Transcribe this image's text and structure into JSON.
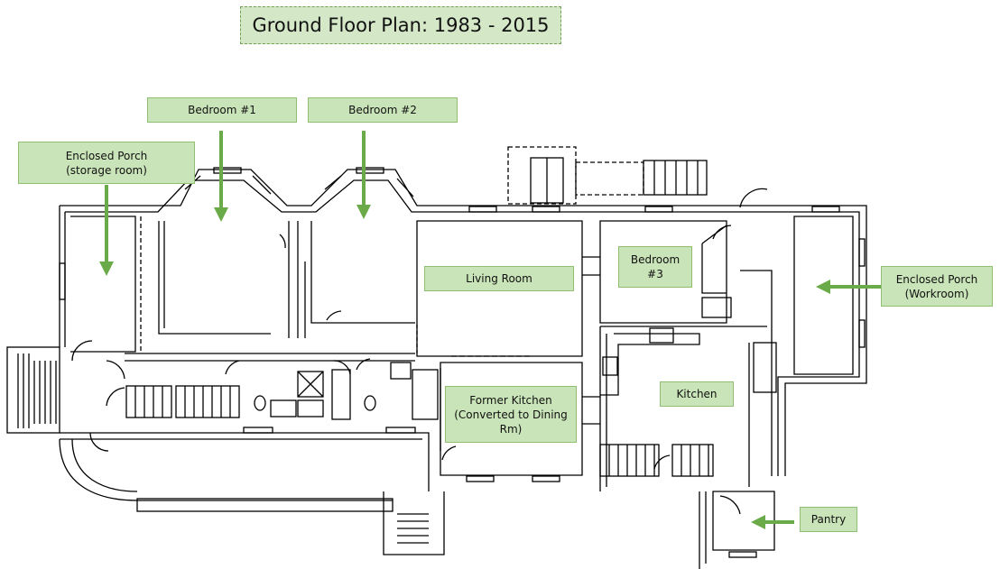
{
  "title": "Ground Floor Plan: 1983 - 2015",
  "labels": {
    "bedroom1": "Bedroom #1",
    "bedroom2": "Bedroom #2",
    "porch_storage": "Enclosed Porch\n(storage room)",
    "living_room": "Living Room",
    "bedroom3": "Bedroom\n#3",
    "porch_workroom": "Enclosed Porch\n(Workroom)",
    "kitchen": "Kitchen",
    "former_kitchen": "Former Kitchen\n(Converted to Dining\nRm)",
    "pantry": "Pantry"
  },
  "colors": {
    "label_fill": "#c9e4b8",
    "label_border": "#8fbf72",
    "title_fill": "#d4e8c8",
    "arrow": "#6aaa48",
    "wall": "#000000"
  }
}
